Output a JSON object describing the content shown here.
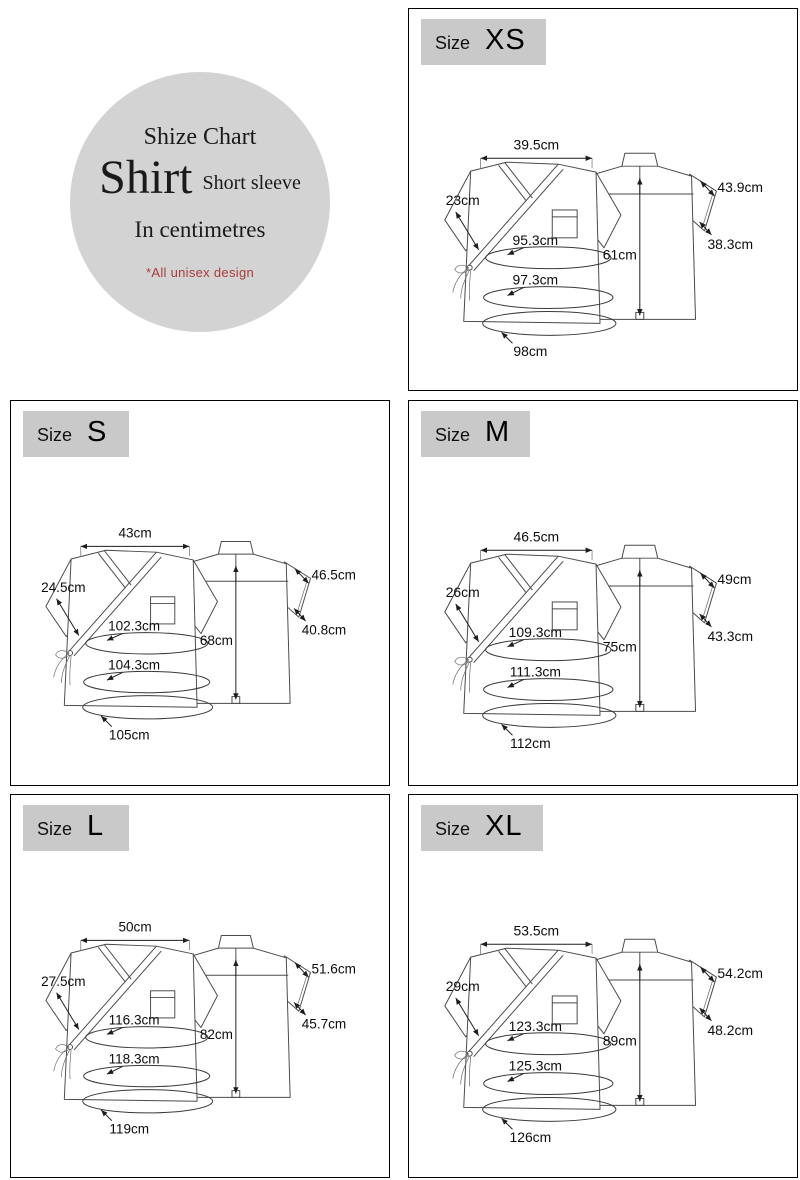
{
  "badge": {
    "top": "Shize Chart",
    "title": "Shirt",
    "subtitle": "Short sleeve",
    "units": "In centimetres",
    "note": "*All unisex design"
  },
  "labels": {
    "size": "Size"
  },
  "colors": {
    "badge_bg": "#d3d3d3",
    "header_bg": "#c9c9c9",
    "note_red": "#a93b3b",
    "line": "#3a3a3a"
  },
  "panels": [
    {
      "size": "XS",
      "shoulder_width": "39.5cm",
      "sleeve_length": "23cm",
      "armhole": "43.9cm",
      "cuff_opening": "38.3cm",
      "chest": "95.3cm",
      "back_length": "61cm",
      "waist": "97.3cm",
      "hem": "98cm"
    },
    {
      "size": "S",
      "shoulder_width": "43cm",
      "sleeve_length": "24.5cm",
      "armhole": "46.5cm",
      "cuff_opening": "40.8cm",
      "chest": "102.3cm",
      "back_length": "68cm",
      "waist": "104.3cm",
      "hem": "105cm"
    },
    {
      "size": "M",
      "shoulder_width": "46.5cm",
      "sleeve_length": "26cm",
      "armhole": "49cm",
      "cuff_opening": "43.3cm",
      "chest": "109.3cm",
      "back_length": "75cm",
      "waist": "111.3cm",
      "hem": "112cm"
    },
    {
      "size": "L",
      "shoulder_width": "50cm",
      "sleeve_length": "27.5cm",
      "armhole": "51.6cm",
      "cuff_opening": "45.7cm",
      "chest": "116.3cm",
      "back_length": "82cm",
      "waist": "118.3cm",
      "hem": "119cm"
    },
    {
      "size": "XL",
      "shoulder_width": "53.5cm",
      "sleeve_length": "29cm",
      "armhole": "54.2cm",
      "cuff_opening": "48.2cm",
      "chest": "123.3cm",
      "back_length": "89cm",
      "waist": "125.3cm",
      "hem": "126cm"
    }
  ]
}
